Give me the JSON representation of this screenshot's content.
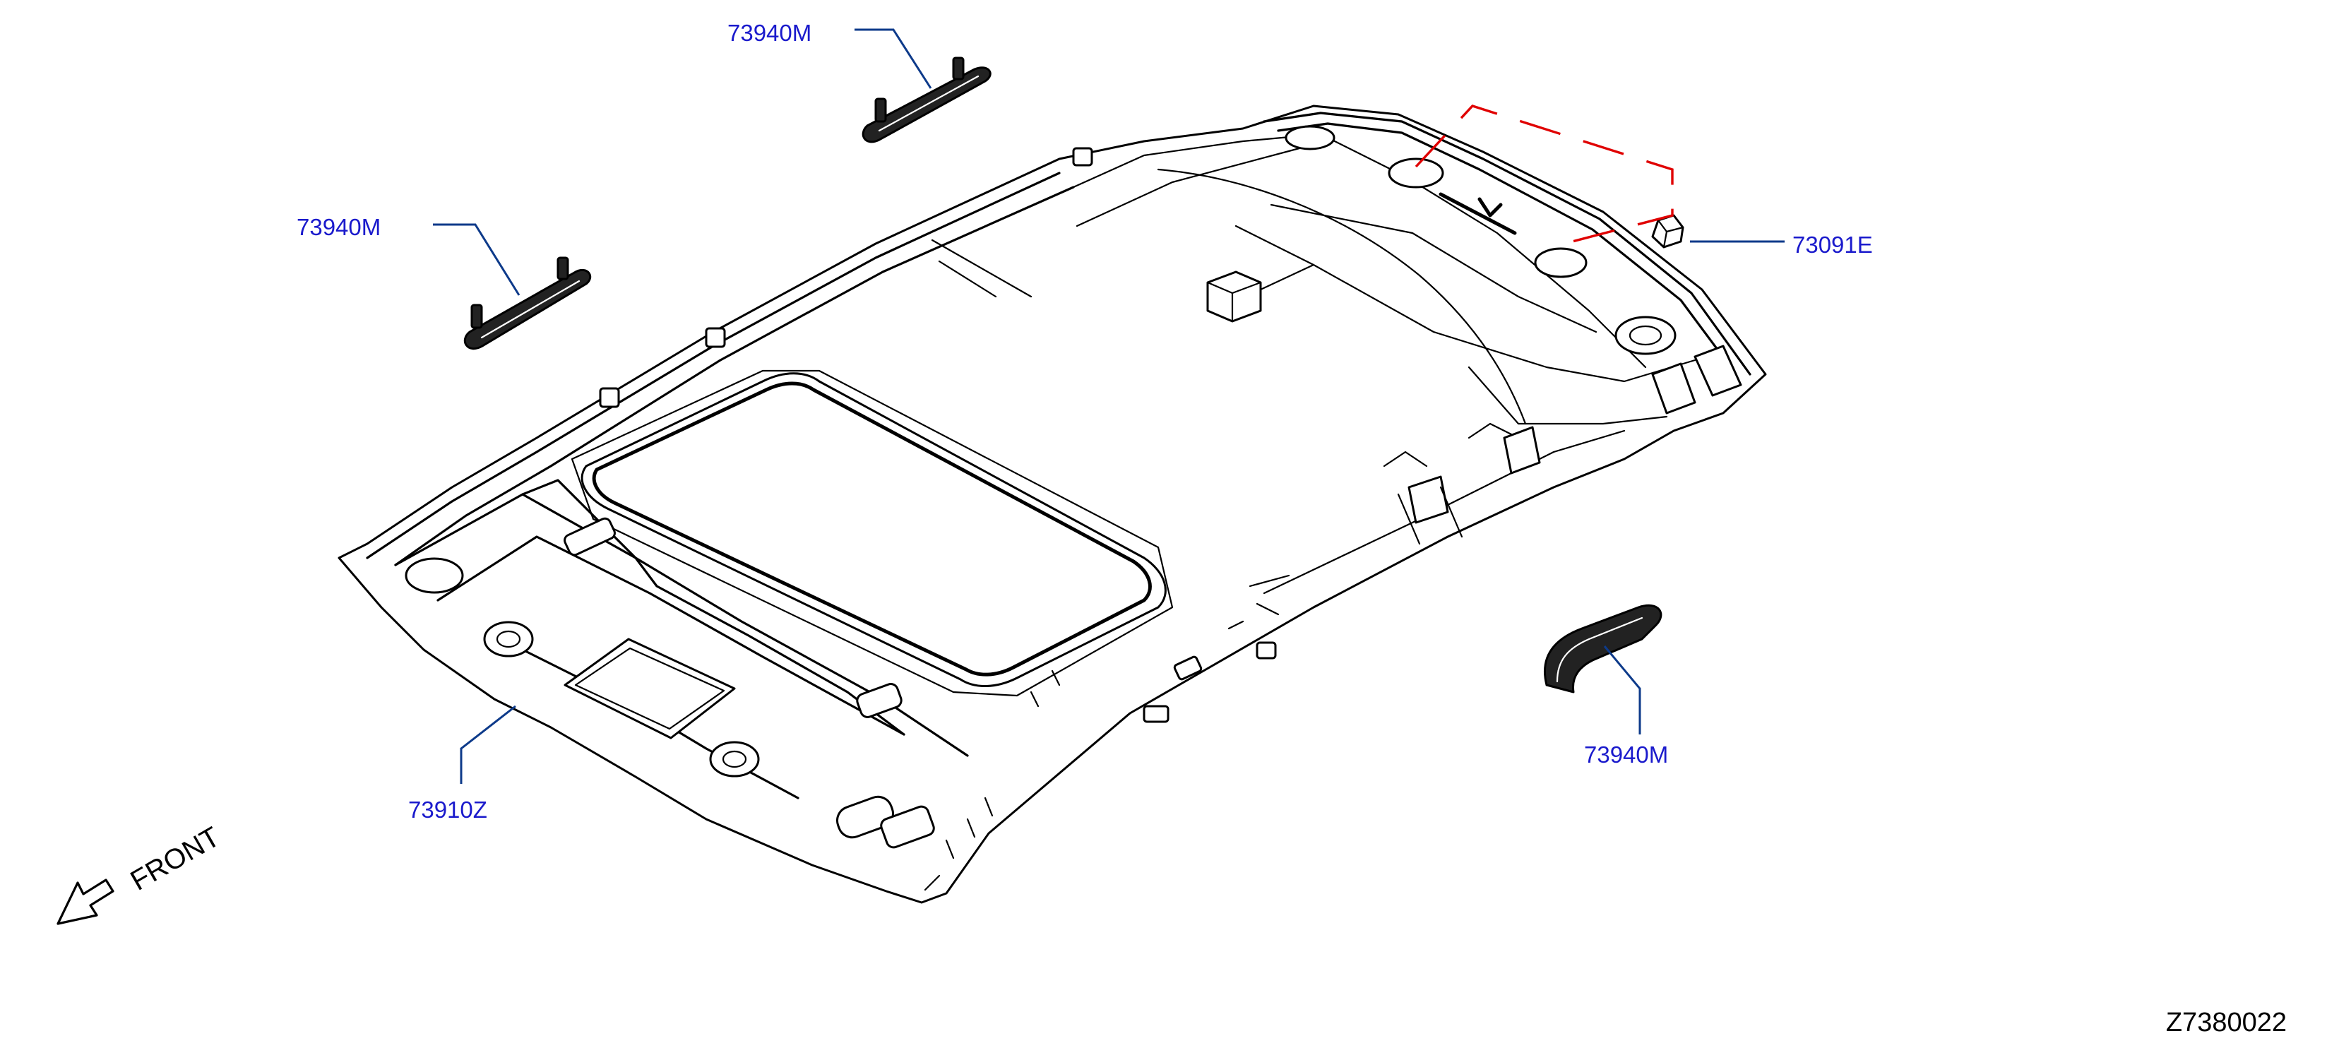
{
  "colors": {
    "label_text": "#1a1acc",
    "leader_line": "#0d3a8a",
    "dashed_line": "#e00000",
    "drawing_ink": "#000000"
  },
  "parts": [
    {
      "id": "handle-top",
      "label": "73940M"
    },
    {
      "id": "handle-left",
      "label": "73940M"
    },
    {
      "id": "clip",
      "label": "73091E"
    },
    {
      "id": "handle-right",
      "label": "73940M"
    },
    {
      "id": "headlining",
      "label": "73910Z"
    }
  ],
  "front_indicator": {
    "label": "FRONT"
  },
  "diagram_code": "Z7380022"
}
